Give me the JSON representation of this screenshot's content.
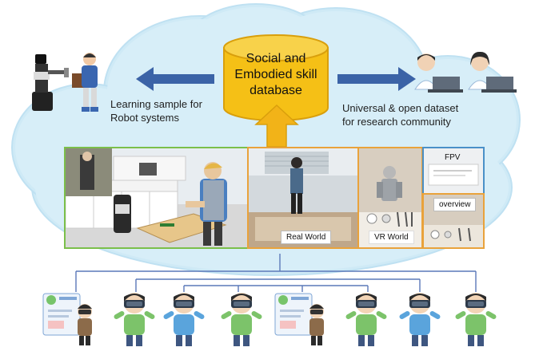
{
  "database": {
    "title": "Social and Embodied skill database"
  },
  "left_caption": "Learning sample for Robot systems",
  "right_caption": "Universal & open dataset for research community",
  "panels": {
    "real_world": "Real World",
    "vr_world": "VR World",
    "fpv": "FPV",
    "overview": "overview"
  },
  "colors": {
    "cloud": "#cfeaf6",
    "cloud_edge": "#bfe1f2",
    "arrow_blue": "#3b63a7",
    "arrow_gold": "#f2b318",
    "db_gold": "#f5c016",
    "panel_border_green": "#7bbf4a",
    "panel_border_orange": "#e9a23b",
    "panel_border_blue": "#4a90c8",
    "connector": "#5a78b8"
  },
  "participants": [
    {
      "kind": "vr-designer-icon"
    },
    {
      "kind": "vr-headset-person-icon"
    },
    {
      "kind": "vr-headset-person-icon"
    },
    {
      "kind": "vr-headset-person-icon"
    },
    {
      "kind": "vr-designer-icon"
    },
    {
      "kind": "vr-headset-person-icon"
    },
    {
      "kind": "vr-headset-person-icon"
    },
    {
      "kind": "vr-headset-person-icon"
    }
  ]
}
